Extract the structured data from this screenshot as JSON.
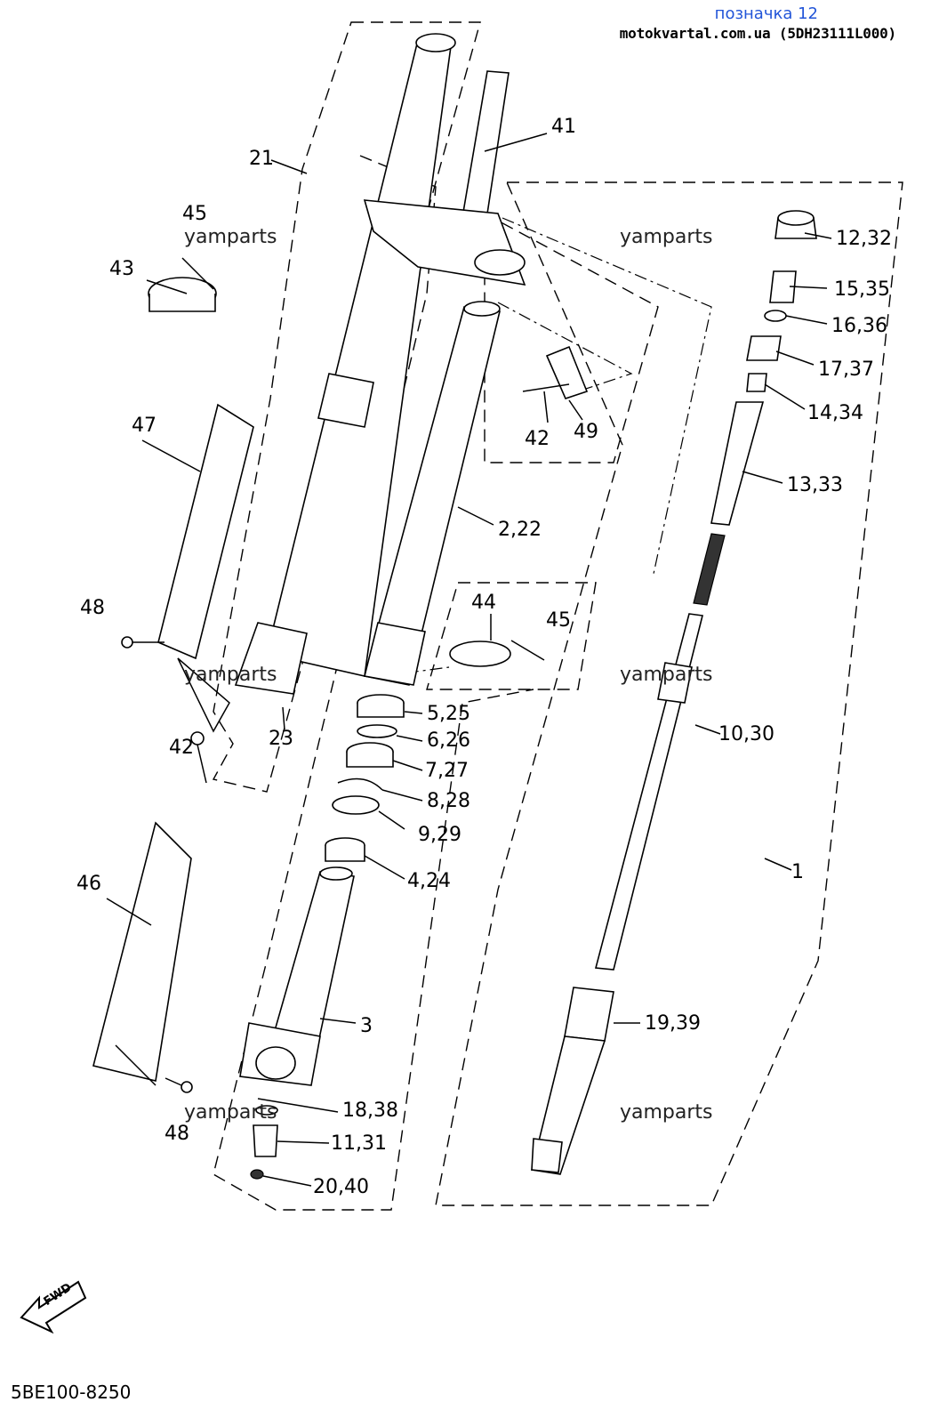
{
  "header": {
    "title": "позначка 12",
    "source": "motokvartal.com.ua (5DH23111L000)"
  },
  "watermark": "yamparts",
  "diagram_code": "5BE100-8250",
  "fwd_label": "FWD",
  "callouts": {
    "c41": "41",
    "c21": "21",
    "c45a": "45",
    "c43": "43",
    "c12": "12,32",
    "c15": "15,35",
    "c16": "16,36",
    "c17": "17,37",
    "c14": "14,34",
    "c49": "49",
    "c42a": "42",
    "c47": "47",
    "c13": "13,33",
    "c2": "2,22",
    "c44": "44",
    "c45b": "45",
    "c48a": "48",
    "c23": "23",
    "c42b": "42",
    "c5": "5,25",
    "c6": "6,26",
    "c7": "7,27",
    "c8": "8,28",
    "c9": "9,29",
    "c10": "10,30",
    "c4": "4,24",
    "c1": "1",
    "c46": "46",
    "c3": "3",
    "c19": "19,39",
    "c18": "18,38",
    "c48b": "48",
    "c11": "11,31",
    "c20": "20,40"
  }
}
